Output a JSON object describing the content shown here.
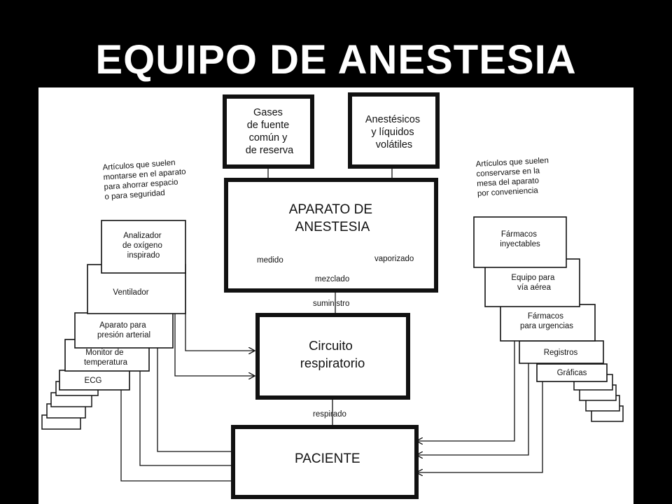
{
  "title": "EQUIPO DE ANESTESIA",
  "nodes": {
    "gases": [
      "Gases",
      "de fuente",
      "común y",
      "de reserva"
    ],
    "anestesicos": [
      "Anestésicos",
      "y líquidos",
      "volátiles"
    ],
    "aparato": [
      "APARATO DE",
      "ANESTESIA"
    ],
    "circuito": [
      "Circuito",
      "respiratorio"
    ],
    "paciente": "PACIENTE"
  },
  "edge_labels": {
    "medido": "medido",
    "vaporizado": "vaporizado",
    "mezclado": "mezclado",
    "suministro": "suministro",
    "respirado": "respirado"
  },
  "left_note": [
    "Artículos que suelen",
    "montarse en el aparato",
    "para ahorrar espacio",
    "o para seguridad"
  ],
  "right_note": [
    "Artículos que suelen",
    "conservarse en la",
    "mesa del aparato",
    "por conveniencia"
  ],
  "left_items": [
    [
      "Analizador",
      "de oxígeno",
      "inspirado"
    ],
    [
      "Ventilador"
    ],
    [
      "Aparato para",
      "presión arterial"
    ],
    [
      "Monitor de",
      "temperatura"
    ],
    [
      "ECG"
    ]
  ],
  "right_items": [
    [
      "Fármacos",
      "inyectables"
    ],
    [
      "Equipo para",
      "vía aérea"
    ],
    [
      "Fármacos",
      "para urgencias"
    ],
    [
      "Registros"
    ],
    [
      "Gráficas"
    ]
  ]
}
